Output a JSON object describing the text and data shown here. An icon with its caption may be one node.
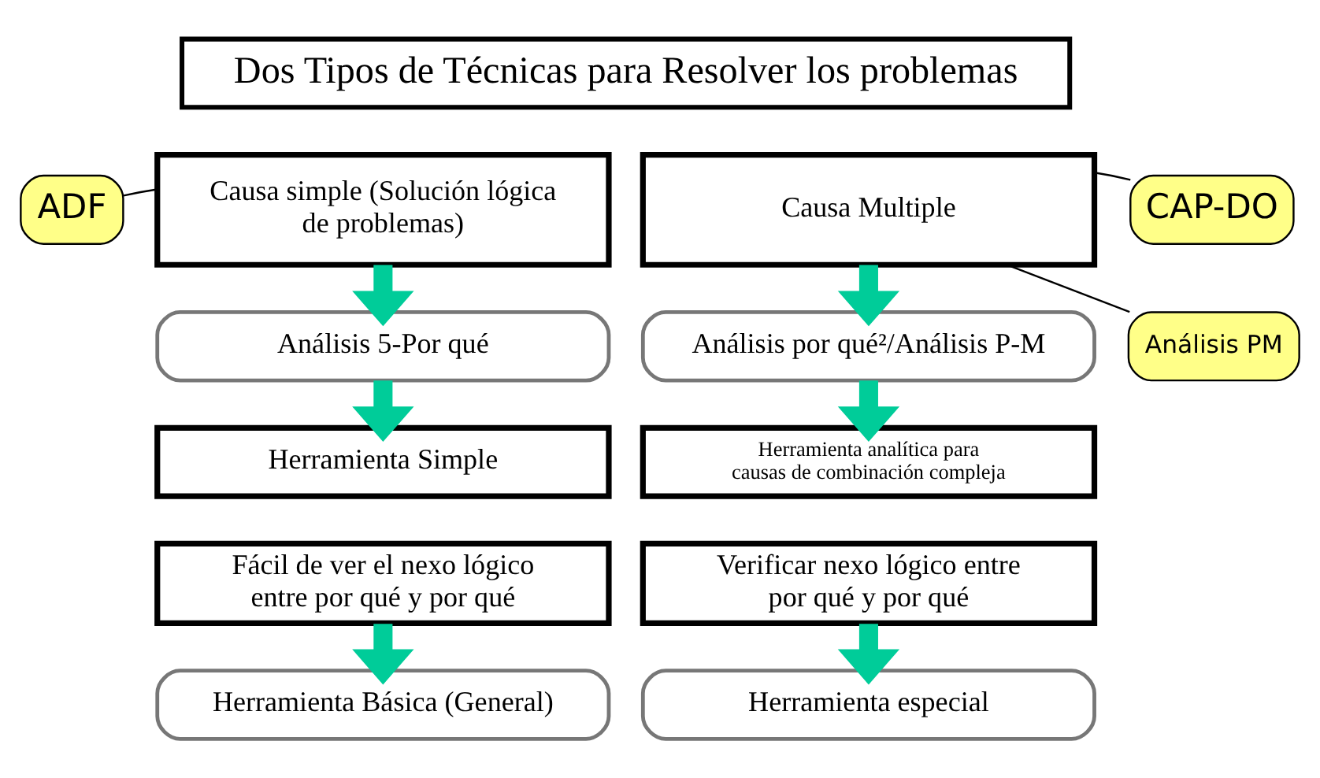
{
  "diagram": {
    "nodes": [
      {
        "text": [
          "Dos Tipos de Técnicas para Resolver los problemas"
        ]
      },
      {
        "text": [
          "Causa simple (Solución lógica de problemas)"
        ]
      },
      {
        "text": [
          "Causa Multiple"
        ]
      },
      {
        "text": [
          "ADF"
        ]
      },
      {
        "text": [
          "CAP-DO"
        ]
      },
      {
        "text": [
          "Análisis PM"
        ]
      },
      {
        "text": [
          "Análisis 5-Por qué"
        ]
      },
      {
        "text": [
          "Análisis por qué²/Análisis P-M"
        ]
      },
      {
        "text": [
          "Herramienta Simple"
        ]
      },
      {
        "text": [
          "Fácil de ver el nexo lógico entre por qué y por qué"
        ]
      },
      {
        "text": [
          "Herramienta analítica para causas de combinación compleja"
        ]
      },
      {
        "text": [
          "Verificar nexo lógico entre por qué y por qué"
        ]
      },
      {
        "text": [
          "Herramienta Básica (General)"
        ]
      },
      {
        "text": [
          "Herramienta especial"
        ]
      }
    ],
    "edges": [
      {
        "from": 3,
        "to": 1,
        "arrow": "none",
        "color": "#000000"
      },
      {
        "from": 4,
        "to": 2,
        "arrow": "none",
        "color": "#000000"
      },
      {
        "from": 5,
        "to": 2,
        "arrow": "none",
        "color": "#000000"
      },
      {
        "from": 1,
        "to": 6,
        "arrow": "to",
        "color": "#00cc99"
      },
      {
        "from": 2,
        "to": 7,
        "arrow": "to",
        "color": "#00cc99"
      },
      {
        "from": 6,
        "to": 8,
        "arrow": "to",
        "color": "#00cc99"
      },
      {
        "from": 7,
        "to": 10,
        "arrow": "to",
        "color": "#00cc99"
      },
      {
        "from": 9,
        "to": 12,
        "arrow": "to",
        "color": "#00cc99"
      },
      {
        "from": 11,
        "to": 13,
        "arrow": "to",
        "color": "#00cc99"
      }
    ]
  }
}
